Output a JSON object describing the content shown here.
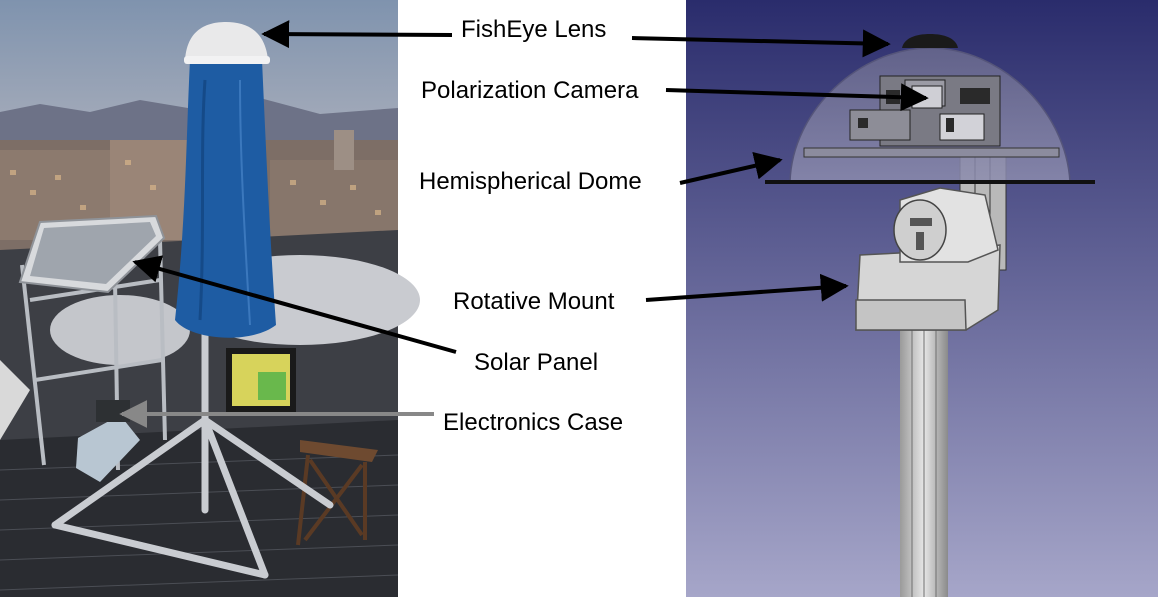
{
  "labels": {
    "fisheye_lens": "FishEye Lens",
    "polarization_camera": "Polarization Camera",
    "hemispherical_dome": "Hemispherical Dome",
    "rotative_mount": "Rotative Mount",
    "solar_panel": "Solar Panel",
    "electronics_case": "Electronics Case"
  },
  "colors": {
    "arrow_black": "#000000",
    "arrow_gray": "#888888",
    "cad_bg_top": "#2b2d6e",
    "cad_bg_bottom": "#a4a4c8",
    "sky_top": "#8a9cb4",
    "sky_bottom": "#c9b8a8",
    "cover_blue": "#1f5fa8"
  },
  "icons": {
    "photo": "rooftop-photo",
    "cad": "cad-render"
  }
}
